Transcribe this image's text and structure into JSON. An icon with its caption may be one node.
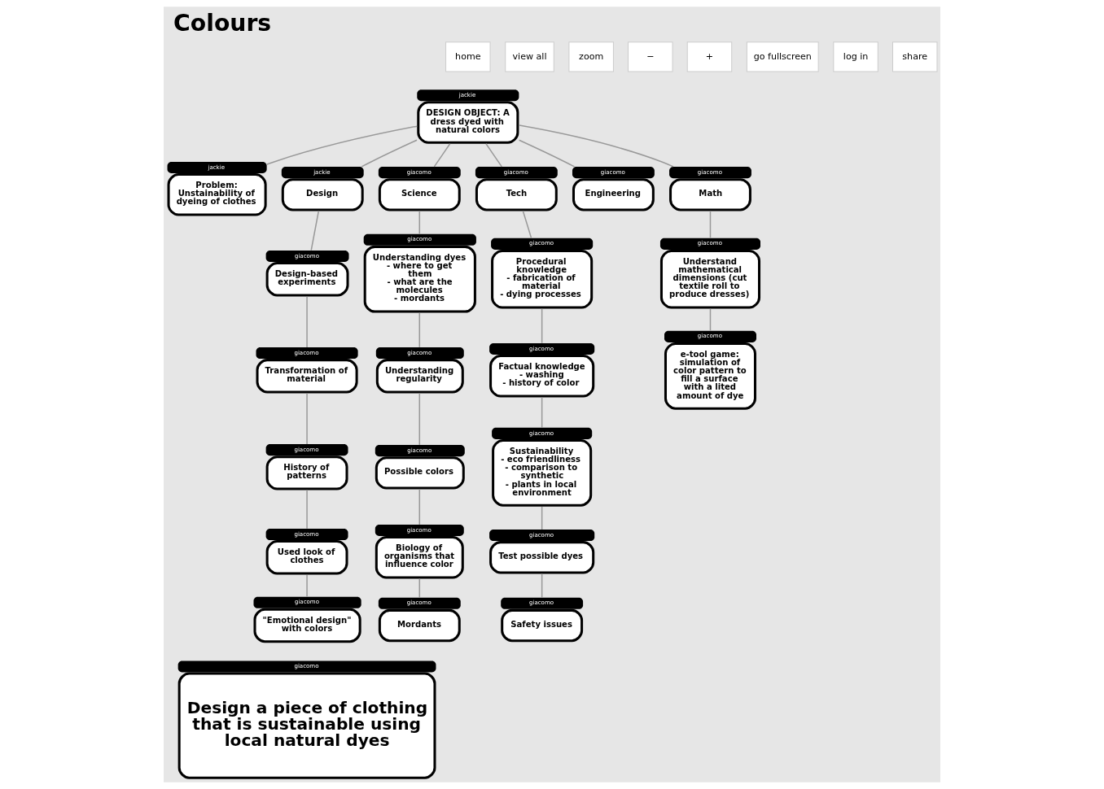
{
  "diagram": {
    "title": "Colours",
    "nodes": [
      {
        "text": [
          "DESIGN OBJECT: A dress dyed with natural colors"
        ],
        "beside": [
          "jackie"
        ]
      },
      {
        "text": [
          "Problem: Unstainability of dyeing of clothes"
        ],
        "beside": [
          "jackie"
        ]
      },
      {
        "text": [
          "Design"
        ],
        "beside": [
          "jackie"
        ]
      },
      {
        "text": [
          "Science"
        ],
        "beside": [
          "giacomo"
        ]
      },
      {
        "text": [
          "Tech"
        ],
        "beside": [
          "giacomo"
        ]
      },
      {
        "text": [
          "Engineering"
        ],
        "beside": [
          "giacomo"
        ]
      },
      {
        "text": [
          "Math"
        ],
        "beside": [
          "giacomo"
        ]
      },
      {
        "text": [
          "Design-based experiments"
        ],
        "beside": [
          "giacomo"
        ]
      },
      {
        "text": [
          "Transformation of material"
        ],
        "beside": [
          "giacomo"
        ]
      },
      {
        "text": [
          "History of patterns"
        ],
        "beside": [
          "giacomo"
        ]
      },
      {
        "text": [
          "Used look of clothes"
        ],
        "beside": [
          "giacomo"
        ]
      },
      {
        "text": [
          "\"Emotional design\" with colors"
        ],
        "beside": [
          "giacomo"
        ]
      },
      {
        "text": [
          "Understanding dyes - where to get them - what are the molecules - mordants"
        ],
        "beside": [
          "giacomo"
        ]
      },
      {
        "text": [
          "Understanding regularity"
        ],
        "beside": [
          "giacomo"
        ]
      },
      {
        "text": [
          "Possible colors"
        ],
        "beside": [
          "giacomo"
        ]
      },
      {
        "text": [
          "Biology of organisms that influence color"
        ],
        "beside": [
          "giacomo"
        ]
      },
      {
        "text": [
          "Mordants"
        ],
        "beside": [
          "giacomo"
        ]
      },
      {
        "text": [
          "Procedural knowledge - fabrication of material - dying processes"
        ],
        "beside": [
          "giacomo"
        ]
      },
      {
        "text": [
          "Factual knowledge - washing - history of color"
        ],
        "beside": [
          "giacomo"
        ]
      },
      {
        "text": [
          "Sustainability - eco friendliness - comparison to synthetic - plants in local environment"
        ],
        "beside": [
          "giacomo"
        ]
      },
      {
        "text": [
          "Test possible dyes"
        ],
        "beside": [
          "giacomo"
        ]
      },
      {
        "text": [
          "Safety issues"
        ],
        "beside": [
          "giacomo"
        ]
      },
      {
        "text": [
          "Understand mathematical dimensions (cut textile roll to produce dresses)"
        ],
        "beside": [
          "giacomo"
        ]
      },
      {
        "text": [
          "e-tool game: simulation of color pattern to fill a surface with a lited amount of dye"
        ],
        "beside": [
          "giacomo"
        ]
      },
      {
        "text": [
          "Design a piece of clothing that is sustainable using local natural dyes"
        ],
        "beside": [
          "giacomo"
        ]
      }
    ],
    "edges": [
      {
        "from": 0,
        "to": 1,
        "arrow": "none"
      },
      {
        "from": 0,
        "to": 2,
        "arrow": "none"
      },
      {
        "from": 0,
        "to": 3,
        "arrow": "none"
      },
      {
        "from": 0,
        "to": 4,
        "arrow": "none"
      },
      {
        "from": 0,
        "to": 5,
        "arrow": "none"
      },
      {
        "from": 0,
        "to": 6,
        "arrow": "none"
      },
      {
        "from": 2,
        "to": 7,
        "arrow": "none"
      },
      {
        "from": 7,
        "to": 8,
        "arrow": "none"
      },
      {
        "from": 8,
        "to": 9,
        "arrow": "none"
      },
      {
        "from": 9,
        "to": 10,
        "arrow": "none"
      },
      {
        "from": 10,
        "to": 11,
        "arrow": "none"
      },
      {
        "from": 3,
        "to": 12,
        "arrow": "none"
      },
      {
        "from": 12,
        "to": 13,
        "arrow": "none"
      },
      {
        "from": 13,
        "to": 14,
        "arrow": "none"
      },
      {
        "from": 14,
        "to": 15,
        "arrow": "none"
      },
      {
        "from": 15,
        "to": 16,
        "arrow": "none"
      },
      {
        "from": 4,
        "to": 17,
        "arrow": "none"
      },
      {
        "from": 17,
        "to": 18,
        "arrow": "none"
      },
      {
        "from": 18,
        "to": 19,
        "arrow": "none"
      },
      {
        "from": 19,
        "to": 20,
        "arrow": "none"
      },
      {
        "from": 20,
        "to": 21,
        "arrow": "none"
      },
      {
        "from": 6,
        "to": 22,
        "arrow": "none"
      },
      {
        "from": 22,
        "to": 23,
        "arrow": "none"
      }
    ],
    "labels": [
      "home",
      "view all",
      "zoom",
      "−",
      "+",
      "go fullscreen",
      "log in",
      "share"
    ]
  }
}
